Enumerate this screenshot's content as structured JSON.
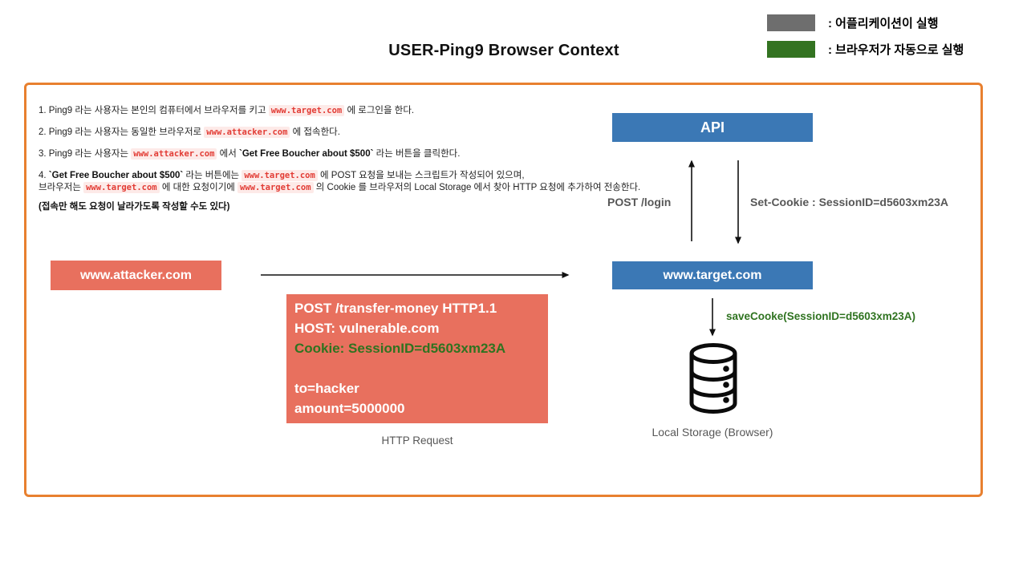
{
  "title": "USER-Ping9 Browser Context",
  "legend": {
    "items": [
      {
        "label": ":  어플리케이션이 실행",
        "color": "#6e6e6e",
        "meaning": "application-executes"
      },
      {
        "label": ":  브라우저가 자동으로 실행",
        "color": "#337321",
        "meaning": "browser-auto-executes"
      }
    ]
  },
  "steps": {
    "lines": [
      [
        {
          "t": "1. Ping9 라는 사용자는 본인의 컴퓨터에서 브라우저를 키고 ",
          "s": "plain"
        },
        {
          "t": "www.target.com",
          "s": "code"
        },
        {
          "t": " 에 로그인을 한다.",
          "s": "plain"
        }
      ],
      [
        {
          "t": "2. Ping9 라는 사용자는 동일한 브라우저로 ",
          "s": "plain"
        },
        {
          "t": "www.attacker.com",
          "s": "code"
        },
        {
          "t": " 에 접속한다.",
          "s": "plain"
        }
      ],
      [
        {
          "t": "3. Ping9 라는 사용자는 ",
          "s": "plain"
        },
        {
          "t": "www.attacker.com",
          "s": "code"
        },
        {
          "t": " 에서 ",
          "s": "plain"
        },
        {
          "t": "`Get Free Boucher about $500`",
          "s": "bold"
        },
        {
          "t": " 라는 버튼을 클릭한다.",
          "s": "plain"
        }
      ],
      [
        {
          "t": "4. ",
          "s": "plain"
        },
        {
          "t": "`Get Free Boucher about $500`",
          "s": "bold"
        },
        {
          "t": " 라는 버튼에는 ",
          "s": "plain"
        },
        {
          "t": "www.target.com",
          "s": "code"
        },
        {
          "t": " 에 POST 요청을 보내는 스크립트가 작성되어 있으며,",
          "s": "plain"
        }
      ],
      [
        {
          "t": "브라우저는 ",
          "s": "plain"
        },
        {
          "t": "www.target.com",
          "s": "code"
        },
        {
          "t": " 에 대한 요청이기에 ",
          "s": "plain"
        },
        {
          "t": "www.target.com",
          "s": "code"
        },
        {
          "t": " 의 Cookie 를 브라우저의 Local Storage 에서 찾아 HTTP 요청에 추가하여 전송한다.",
          "s": "plain"
        }
      ],
      [
        {
          "t": "(접속만 해도 요청이 날라가도록 작성할 수도 있다)",
          "s": "bold"
        }
      ]
    ]
  },
  "nodes": {
    "api": {
      "label": "API"
    },
    "attacker": {
      "label": "www.attacker.com"
    },
    "target": {
      "label": "www.target.com"
    }
  },
  "arrow_labels": {
    "post_login": "POST /login",
    "set_cookie": "Set-Cookie : SessionID=d5603xm23A",
    "save_cookie": "saveCooke(SessionID=d5603xm23A)"
  },
  "http_request": {
    "lines": [
      {
        "text": "POST /transfer-money HTTP1.1",
        "color": "white"
      },
      {
        "text": "HOST: vulnerable.com",
        "color": "white"
      },
      {
        "text": "Cookie: SessionID=d5603xm23A",
        "color": "green"
      },
      {
        "text": "",
        "color": "white"
      },
      {
        "text": "to=hacker",
        "color": "white"
      },
      {
        "text": "amount=5000000",
        "color": "white"
      }
    ],
    "caption": "HTTP Request"
  },
  "storage": {
    "caption": "Local Storage (Browser)"
  },
  "colors": {
    "blue": "#3b78b5",
    "salmon": "#e8705e",
    "green": "#2f7320",
    "gray-swatch": "#6e6e6e",
    "orange": "#e8802f",
    "code-red": "#e23c35"
  }
}
